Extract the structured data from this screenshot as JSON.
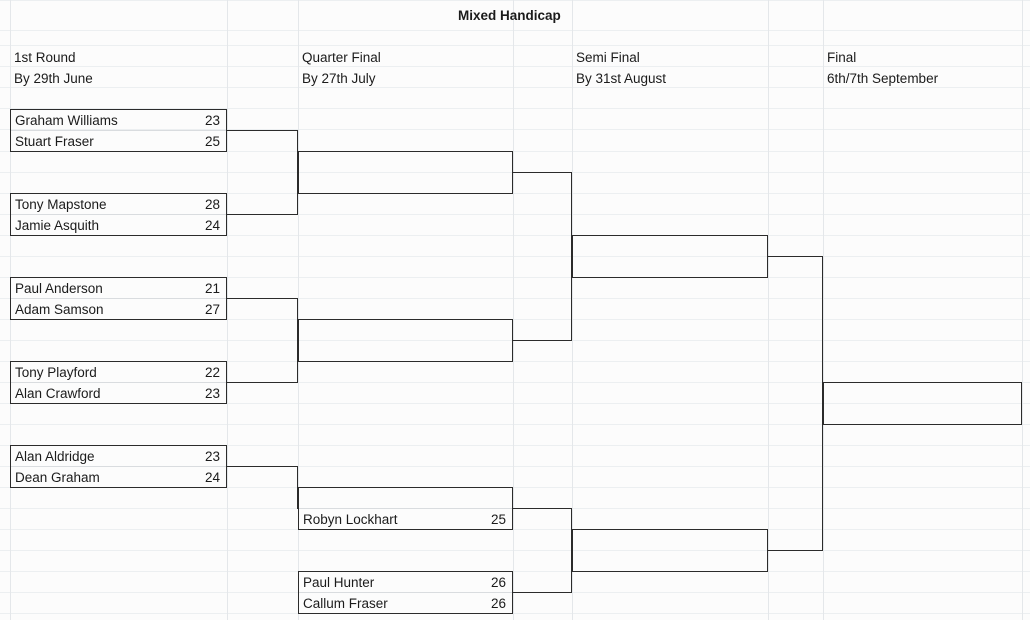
{
  "sheet": {
    "title": "Mixed Handicap",
    "background_color": "#fcfcfc",
    "gridline_color": "#eceff1",
    "line_color": "#2b2b2b"
  },
  "rounds": [
    {
      "name": "1st Round",
      "date": "By 29th June"
    },
    {
      "name": "Quarter Final",
      "date": "By 27th July"
    },
    {
      "name": "Semi Final",
      "date": "By 31st August"
    },
    {
      "name": "Final",
      "date": "6th/7th September"
    }
  ],
  "matches": {
    "first_round": [
      {
        "players": [
          {
            "name": "Graham Williams",
            "score": "23"
          },
          {
            "name": "Stuart Fraser",
            "score": "25"
          }
        ]
      },
      {
        "players": [
          {
            "name": "Tony Mapstone",
            "score": "28"
          },
          {
            "name": "Jamie Asquith",
            "score": "24"
          }
        ]
      },
      {
        "players": [
          {
            "name": "Paul Anderson",
            "score": "21"
          },
          {
            "name": "Adam Samson",
            "score": "27"
          }
        ]
      },
      {
        "players": [
          {
            "name": "Tony Playford",
            "score": "22"
          },
          {
            "name": "Alan Crawford",
            "score": "23"
          }
        ]
      },
      {
        "players": [
          {
            "name": "Alan Aldridge",
            "score": "23"
          },
          {
            "name": "Dean Graham",
            "score": "24"
          }
        ]
      }
    ],
    "quarter_final": [
      {
        "players": [
          {
            "name": "",
            "score": ""
          },
          {
            "name": "Robyn Lockhart",
            "score": "25"
          }
        ]
      },
      {
        "players": [
          {
            "name": "Paul Hunter",
            "score": "26"
          },
          {
            "name": "Callum Fraser",
            "score": "26"
          }
        ]
      }
    ],
    "semi_final": [],
    "final": []
  }
}
